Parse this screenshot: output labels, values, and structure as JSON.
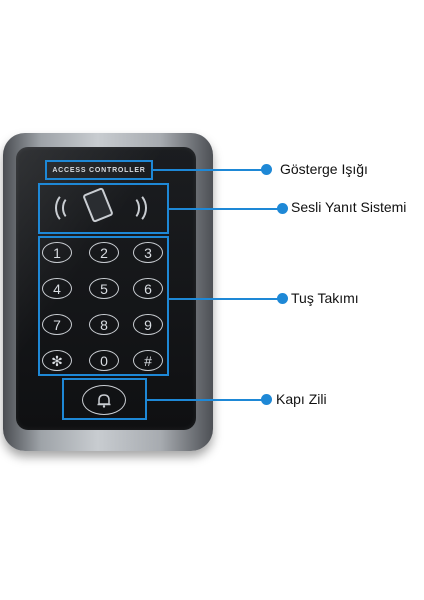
{
  "device": {
    "indicator_text": "ACCESS CONTROLLER",
    "keys": [
      "1",
      "2",
      "3",
      "4",
      "5",
      "6",
      "7",
      "8",
      "9",
      "✻",
      "0",
      "#"
    ],
    "accent_color": "#1e88d6"
  },
  "callouts": [
    {
      "label": "Gösterge Işığı"
    },
    {
      "label": "Sesli Yanıt Sistemi"
    },
    {
      "label": "Tuş Takımı"
    },
    {
      "label": "Kapı Zili"
    }
  ],
  "icons": {
    "audio": "rfid-card-icon",
    "bell": "bell-icon"
  }
}
